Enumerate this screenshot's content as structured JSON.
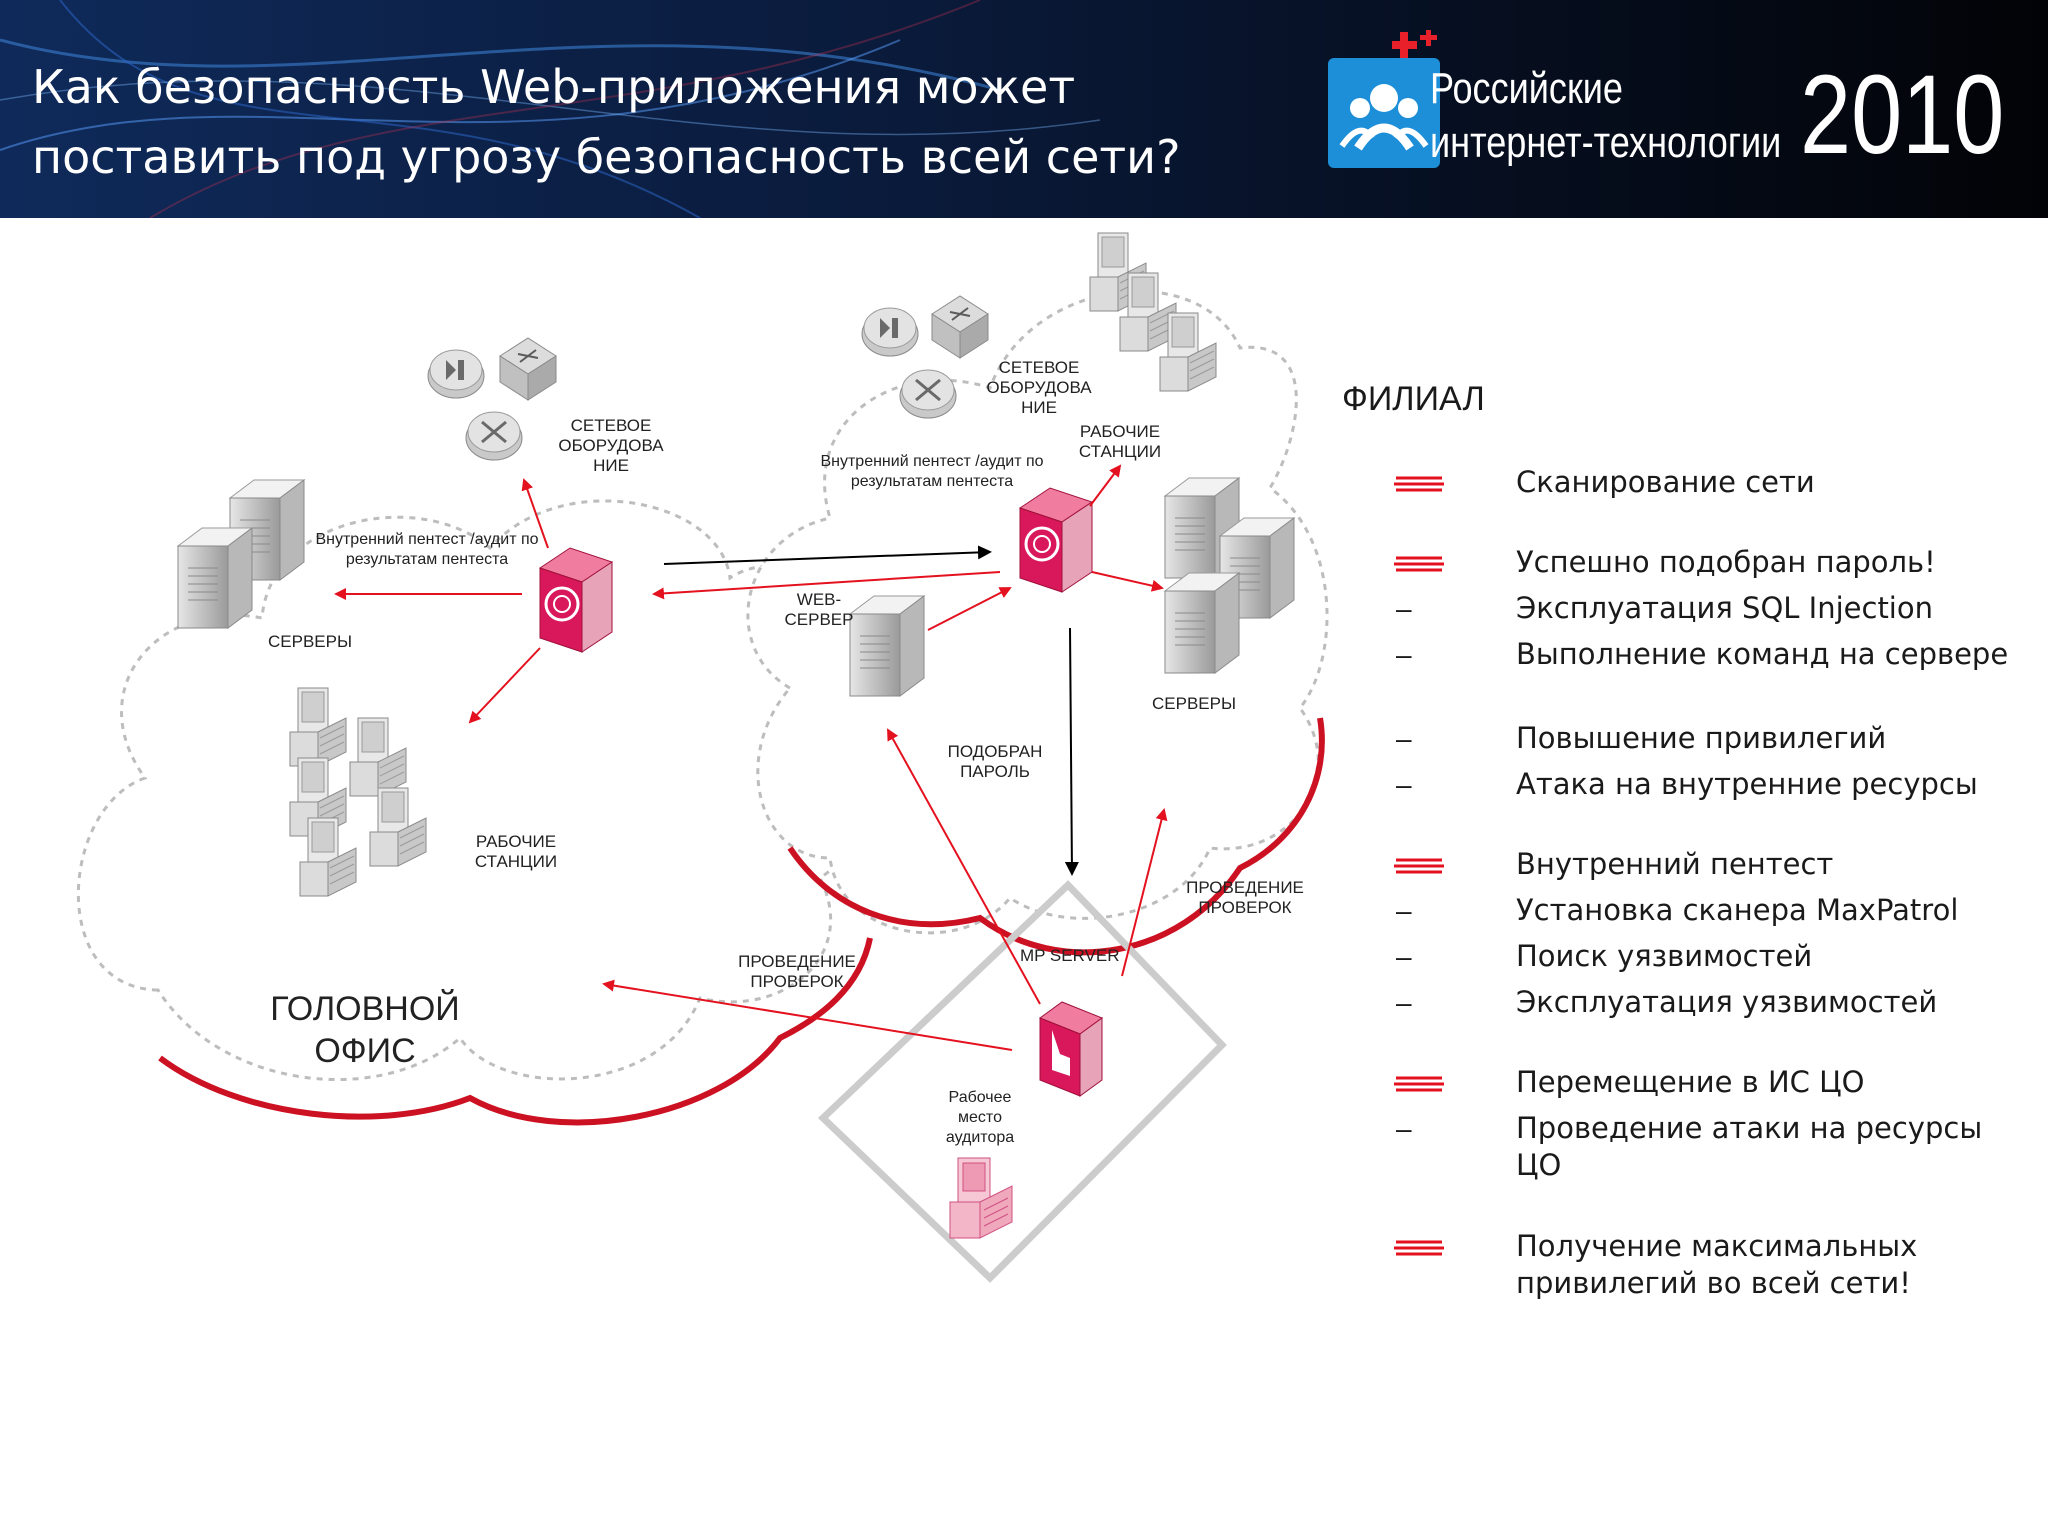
{
  "header": {
    "title": "Как безопасность Web-приложения может поставить под угрозу безопасность всей сети?",
    "brand_line1": "Российские",
    "brand_line2": "интернет-технологии",
    "year": "2010"
  },
  "diagram": {
    "head_office": {
      "title": "ГОЛОВНОЙ ОФИС",
      "network_label": "СЕТЕВОЕ ОБОРУДОВА НИЕ",
      "pentest_label": "Внутренний пентест /аудит по результатам пентеста",
      "servers_label": "СЕРВЕРЫ",
      "workstations_label": "РАБОЧИЕ СТАНЦИИ"
    },
    "branch": {
      "title": "ФИЛИАЛ",
      "network_label": "СЕТЕВОЕ ОБОРУДОВА НИЕ",
      "pentest_label": "Внутренний пентест /аудит по результатам пентеста",
      "workstations_label": "РАБОЧИЕ СТАНЦИИ",
      "web_server_label": "WEB- СЕРВЕР",
      "servers_label": "СЕРВЕРЫ"
    },
    "password_label": "ПОДОБРАН ПАРОЛЬ",
    "checks_label_left": "ПРОВЕДЕНИЕ ПРОВЕРОК",
    "checks_label_right": "ПРОВЕДЕНИЕ ПРОВЕРОК",
    "mp_server_label": "MP SERVER",
    "auditor_label": "Рабочее место аудитора"
  },
  "legend": [
    {
      "kind": "mark",
      "text": "Сканирование сети"
    },
    {
      "kind": "mark",
      "text": "Успешно подобран пароль!"
    },
    {
      "kind": "dash",
      "text": "Эксплуатация SQL Injection"
    },
    {
      "kind": "dash",
      "text": "Выполнение команд на сервере"
    },
    {
      "kind": "dash",
      "text": "Повышение привилегий"
    },
    {
      "kind": "dash",
      "text": "Атака на внутренние ресурсы"
    },
    {
      "kind": "mark",
      "text": "Внутренний пентест"
    },
    {
      "kind": "dash",
      "text": "Установка сканера MaxPatrol"
    },
    {
      "kind": "dash",
      "text": "Поиск уязвимостей"
    },
    {
      "kind": "dash",
      "text": "Эксплуатация уязвимостей"
    },
    {
      "kind": "mark",
      "text": "Перемещение в ИС ЦО"
    },
    {
      "kind": "dash",
      "text": "Проведение атаки на ресурсы ЦО"
    },
    {
      "kind": "mark",
      "text": "Получение максимальных привилегий во всей сети!"
    }
  ],
  "dash_symbol": "–",
  "colors": {
    "accent": "#cc1122",
    "header_bg": "#050a18",
    "logo_blue": "#1d8fd8"
  }
}
